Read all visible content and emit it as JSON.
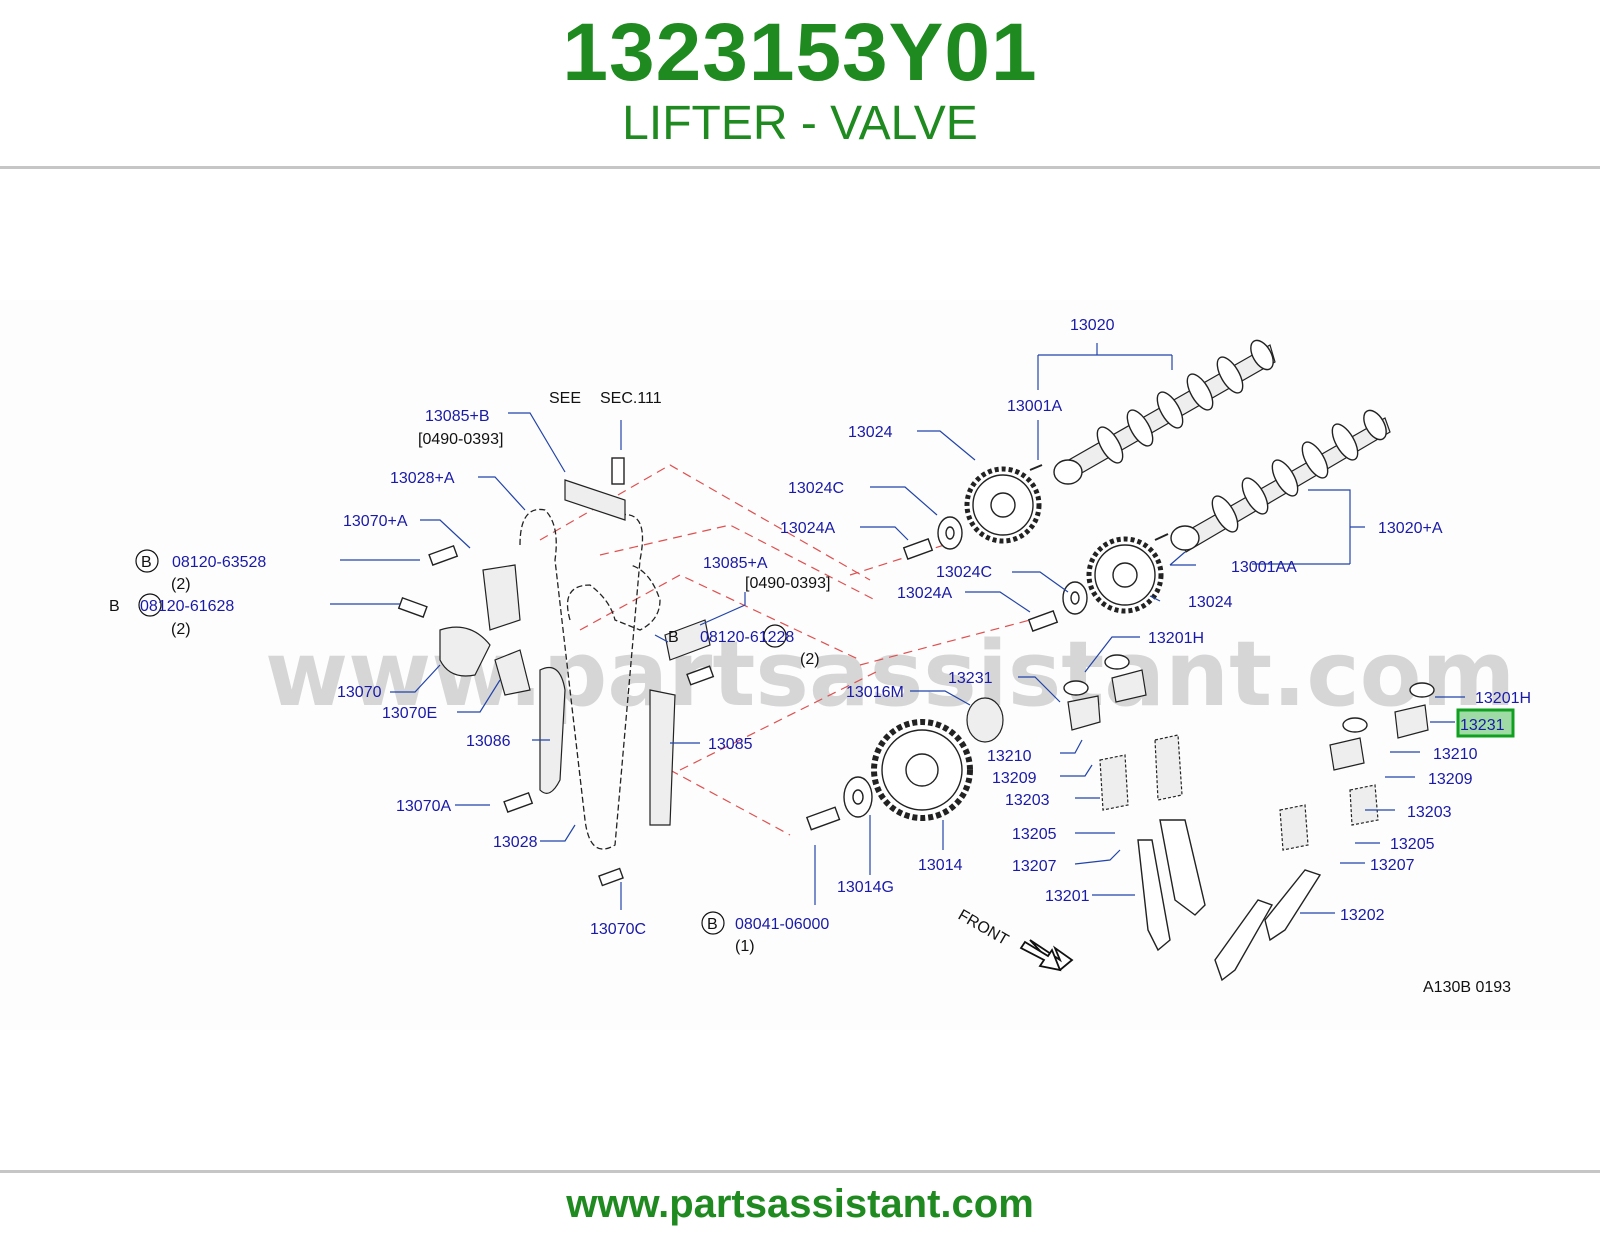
{
  "header": {
    "part_number": "1323153Y01",
    "part_name": "LIFTER - VALVE"
  },
  "watermark": "www.partsassistant.com",
  "footer": {
    "link_text": "www.partsassistant.com"
  },
  "colors": {
    "brand_green": "#1f8a1f",
    "label_blue": "#1a1aa8",
    "highlight": "#10a020",
    "leader_red": "#e05050"
  },
  "labels": {
    "l13020": "13020",
    "l13001A": "13001A",
    "l13024_top": "13024",
    "l13024C_top": "13024C",
    "l13024A_top": "13024A",
    "l13020A": "13020+A",
    "l13001AA": "13001AA",
    "l13024C_mid": "13024C",
    "l13024A_mid": "13024A",
    "l13024_mid": "13024",
    "l13201H_mid": "13201H",
    "l13231_mid": "13231",
    "l13016M": "13016M",
    "l13210_mid": "13210",
    "l13209_mid": "13209",
    "l13203_mid": "13203",
    "l13205_mid": "13205",
    "l13207_mid": "13207",
    "l13201": "13201",
    "l13014": "13014",
    "l13014G": "13014G",
    "l08041": "08041-06000",
    "l08041_qty": "(1)",
    "l13201H_right": "13201H",
    "l13231_right": "13231",
    "l13210_right": "13210",
    "l13209_right": "13209",
    "l13203_right": "13203",
    "l13205_right": "13205",
    "l13207_right": "13207",
    "l13202": "13202",
    "see": "SEE",
    "sec": "SEC.111",
    "l13085B": "13085+B",
    "l13085B_range": "[0490-0393]",
    "l13028A": "13028+A",
    "l13070A_plus": "13070+A",
    "l08120_63528": "08120-63528",
    "l08120_63528_qty": "(2)",
    "l08120_61628": "08120-61628",
    "l08120_61628_qty": "(2)",
    "l13085A_plus": "13085+A",
    "l13085A_range": "[0490-0393]",
    "l08120_61228": "08120-61228",
    "l08120_61228_qty": "(2)",
    "l13070": "13070",
    "l13070E": "13070E",
    "l13086": "13086",
    "l13085": "13085",
    "l13070A": "13070A",
    "l13028": "13028",
    "l13070C": "13070C",
    "front": "FRONT",
    "ref_code": "A130B   0193",
    "b_marker": "B"
  }
}
